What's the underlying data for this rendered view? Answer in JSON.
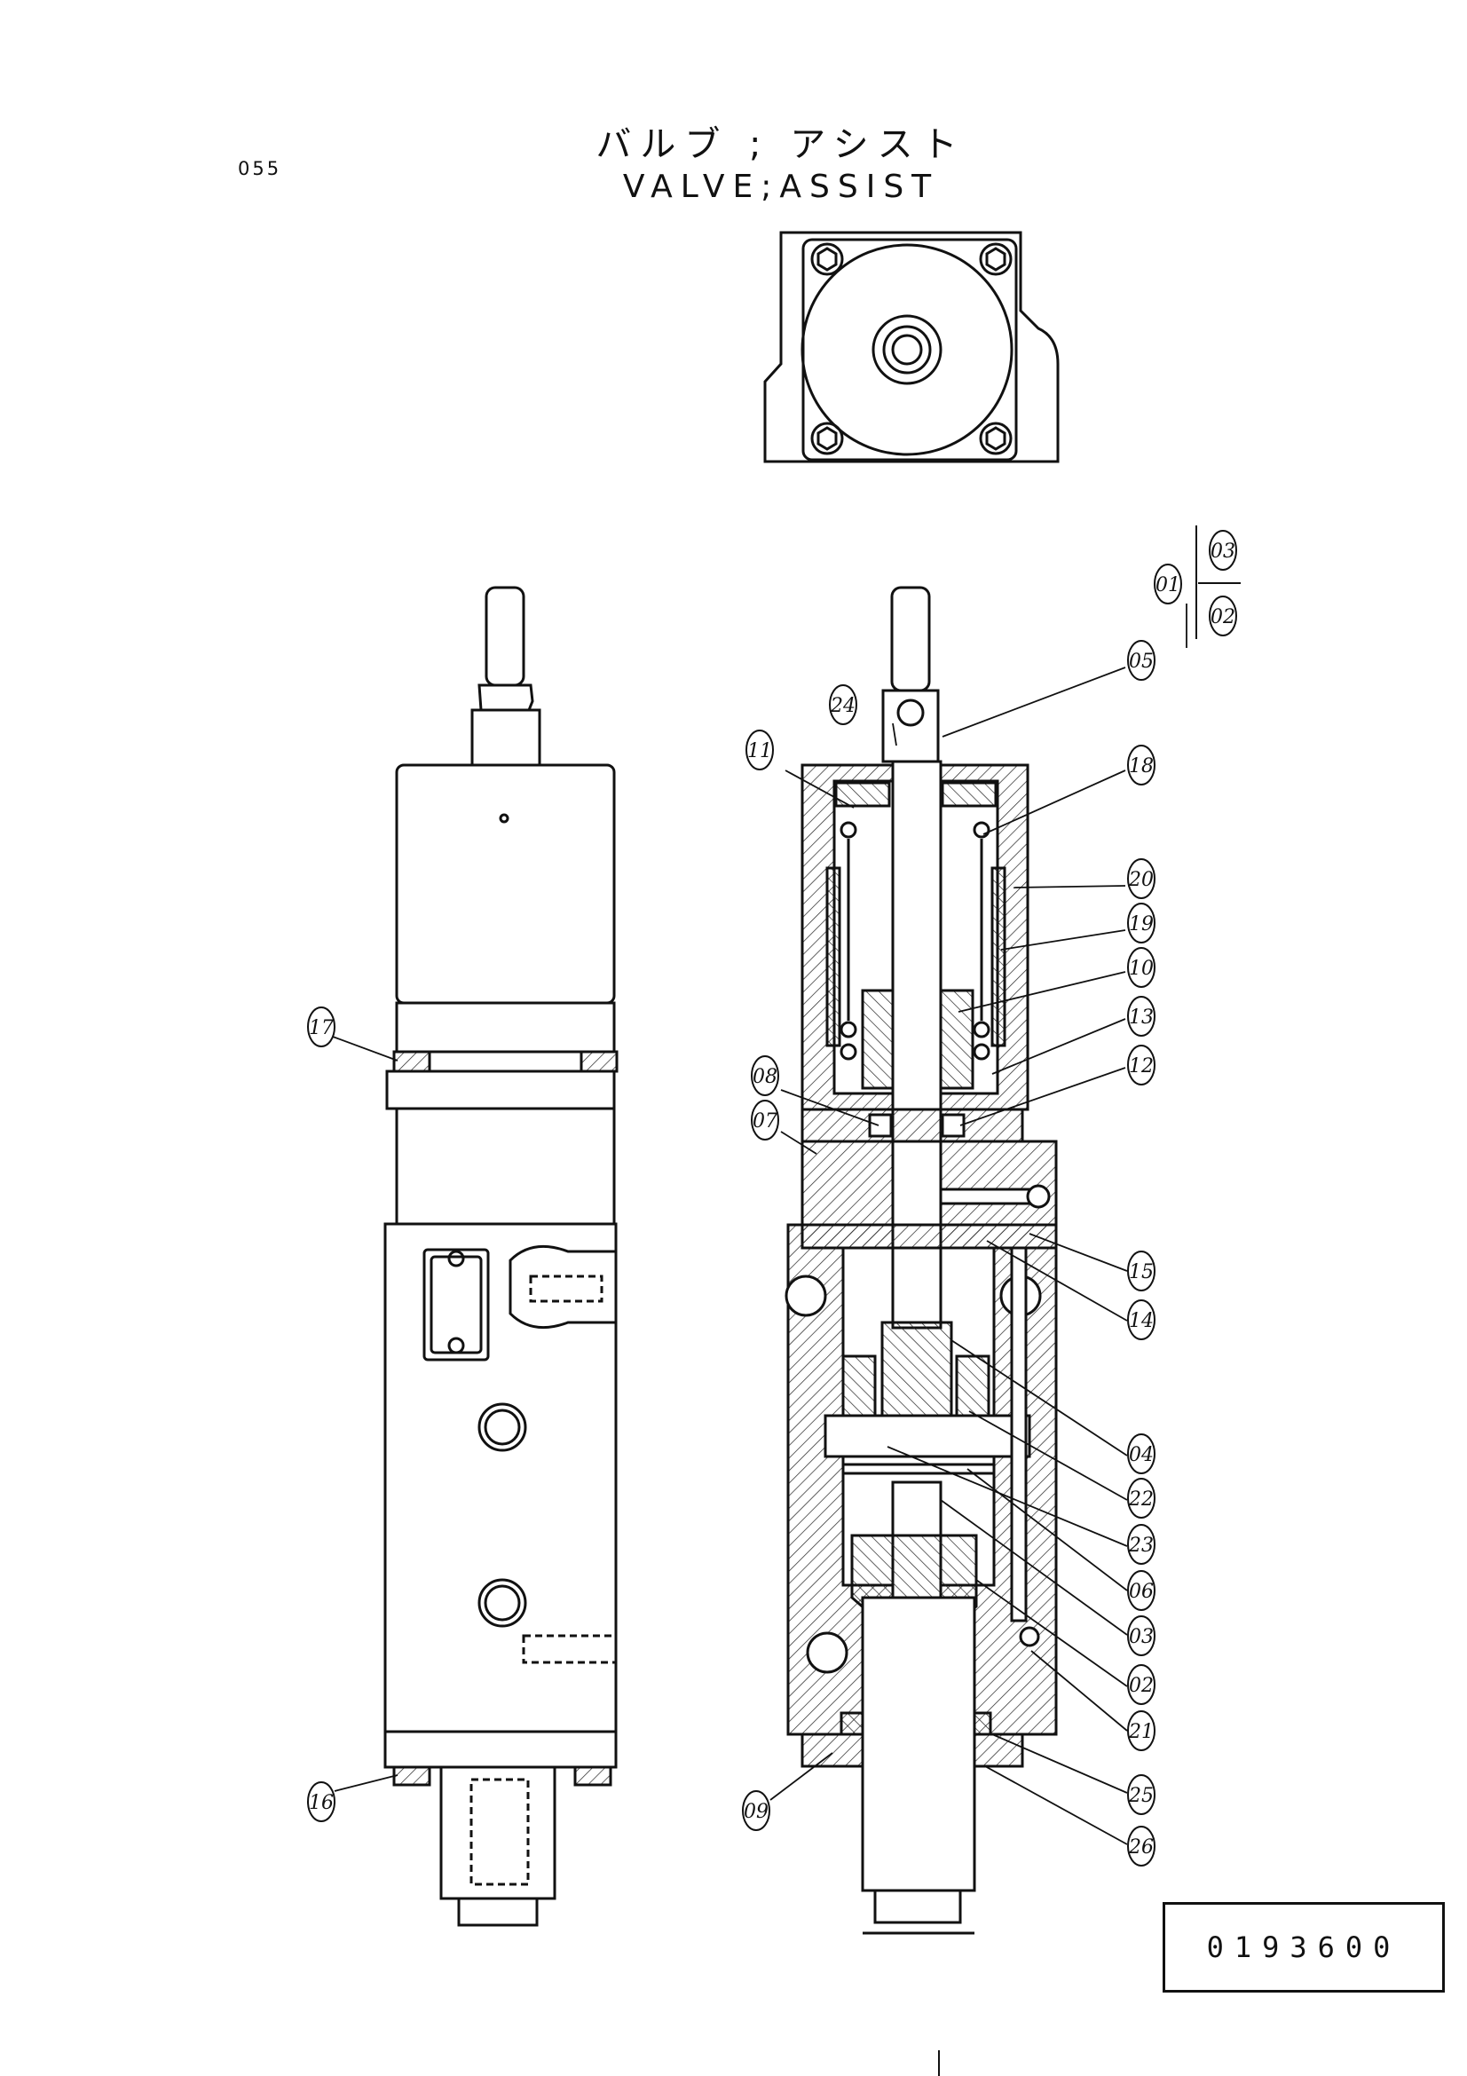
{
  "header": {
    "page_number": "055",
    "title_jp": "バルブ ; アシスト",
    "title_en": "VALVE;ASSIST"
  },
  "drawing_code": "0193600",
  "callouts": [
    {
      "id": "01",
      "label": "01"
    },
    {
      "id": "02",
      "label": "02"
    },
    {
      "id": "03",
      "label": "03"
    },
    {
      "id": "05",
      "label": "05"
    },
    {
      "id": "24",
      "label": "24"
    },
    {
      "id": "11",
      "label": "11"
    },
    {
      "id": "18",
      "label": "18"
    },
    {
      "id": "20",
      "label": "20"
    },
    {
      "id": "19",
      "label": "19"
    },
    {
      "id": "10",
      "label": "10"
    },
    {
      "id": "13",
      "label": "13"
    },
    {
      "id": "12",
      "label": "12"
    },
    {
      "id": "08",
      "label": "08"
    },
    {
      "id": "07",
      "label": "07"
    },
    {
      "id": "17",
      "label": "17"
    },
    {
      "id": "15",
      "label": "15"
    },
    {
      "id": "14",
      "label": "14"
    },
    {
      "id": "04",
      "label": "04"
    },
    {
      "id": "22",
      "label": "22"
    },
    {
      "id": "23",
      "label": "23"
    },
    {
      "id": "06",
      "label": "06"
    },
    {
      "id": "03b",
      "label": "03"
    },
    {
      "id": "02b",
      "label": "02"
    },
    {
      "id": "21",
      "label": "21"
    },
    {
      "id": "25",
      "label": "25"
    },
    {
      "id": "26",
      "label": "26"
    },
    {
      "id": "09",
      "label": "09"
    },
    {
      "id": "16",
      "label": "16"
    }
  ]
}
